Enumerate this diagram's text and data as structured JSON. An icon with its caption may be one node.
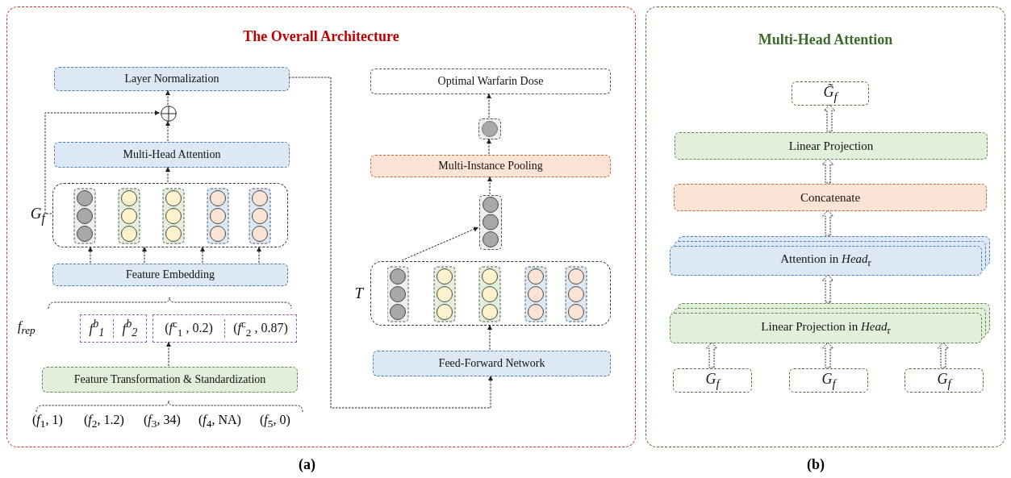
{
  "diagram": {
    "nodes": [
      {
        "text": [
          "The Overall Architecture"
        ]
      },
      {
        "text": [
          "Layer Normalization"
        ],
        "in": 0
      },
      {
        "text": [],
        "shape": "circle",
        "in": 0
      },
      {
        "text": [
          "Multi-Head Attention"
        ],
        "in": 0
      },
      {
        "text": [
          "G$_{f}$"
        ],
        "in": 0
      },
      {
        "text": [
          "Feature Embedding"
        ],
        "in": 0
      },
      {
        "text": [
          "f$^{b}$$_{1}$",
          "f$^{b}$$_{2}$"
        ],
        "in": 0
      },
      {
        "text": [
          "(*f*$^{c}$$_{1}$ , 0.2)",
          "(*f*$^{c}$$_{2}$ , 0.87)"
        ],
        "in": 0
      },
      {
        "text": [
          "Feature Transformation & Standardization"
        ],
        "in": 0
      },
      {
        "text": [
          "Optimal Warfarin Dose"
        ],
        "in": 0
      },
      {
        "text": [],
        "shape": "box",
        "in": 0
      },
      {
        "text": [
          "Multi-Instance Pooling"
        ],
        "in": 0
      },
      {
        "text": [],
        "shape": "box",
        "in": 0
      },
      {
        "text": [
          "T"
        ],
        "in": 0
      },
      {
        "text": [
          "Feed-Forward Network"
        ],
        "in": 0
      },
      {
        "text": [
          "Multi-Head Attention"
        ]
      },
      {
        "text": [
          "G̃$_{f}$"
        ],
        "in": 15
      },
      {
        "text": [
          "Linear Projection"
        ],
        "in": 15
      },
      {
        "text": [
          "Concatenate"
        ],
        "in": 15
      },
      {
        "text": [
          "Attention in *Head*$_{r}$"
        ],
        "in": 15
      },
      {
        "text": [
          "Linear Projection in *Head*$_{r}$"
        ],
        "in": 15
      },
      {
        "text": [
          "G$_{f}$"
        ],
        "in": 15
      },
      {
        "text": [
          "G$_{f}$"
        ],
        "in": 15
      },
      {
        "text": [
          "G$_{f}$"
        ],
        "in": 15
      }
    ],
    "edges": [
      {
        "from": 3,
        "to": 2,
        "arrow": "to"
      },
      {
        "from": 2,
        "to": 1,
        "arrow": "to"
      },
      {
        "from": 4,
        "to": 2,
        "arrow": "to"
      },
      {
        "from": 5,
        "to": 4,
        "arrow": "to"
      },
      {
        "from": 5,
        "to": 4,
        "arrow": "to"
      },
      {
        "from": 5,
        "to": 4,
        "arrow": "to"
      },
      {
        "from": 5,
        "to": 4,
        "arrow": "to"
      },
      {
        "from": 4,
        "to": 3,
        "arrow": "to"
      },
      {
        "from": 8,
        "to": 7,
        "arrow": "to"
      },
      {
        "from": 1,
        "to": 14,
        "arrow": "to"
      },
      {
        "from": 14,
        "to": 13,
        "arrow": "to"
      },
      {
        "from": 13,
        "to": 12,
        "arrow": "to"
      },
      {
        "from": 12,
        "to": 11,
        "arrow": "to"
      },
      {
        "from": 11,
        "to": 10,
        "arrow": "to"
      },
      {
        "from": 10,
        "to": 9,
        "arrow": "to"
      },
      {
        "from": 21,
        "to": 20,
        "arrow": "to",
        "style": "thick"
      },
      {
        "from": 22,
        "to": 20,
        "arrow": "to",
        "style": "thick"
      },
      {
        "from": 23,
        "to": 20,
        "arrow": "to",
        "style": "thick"
      },
      {
        "from": 20,
        "to": 19,
        "arrow": "to",
        "style": "thick"
      },
      {
        "from": 19,
        "to": 18,
        "arrow": "to",
        "style": "thick"
      },
      {
        "from": 18,
        "to": 17,
        "arrow": "to",
        "style": "thick"
      },
      {
        "from": 17,
        "to": 16,
        "arrow": "to",
        "style": "thick"
      }
    ],
    "labels": [
      "f$_{rep}$",
      "(*f*$_{1}$, 1)",
      "(*f*$_{2}$, 1.2)",
      "(*f*$_{3}$, 34)",
      "(*f*$_{4}$, NA)",
      "(*f*$_{5}$, 0)",
      "(a)",
      "(b)"
    ]
  }
}
